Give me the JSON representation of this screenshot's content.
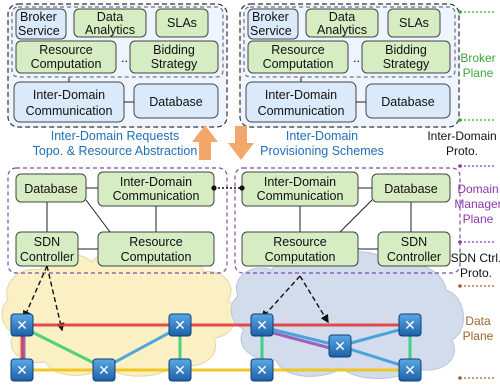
{
  "colors": {
    "broker_fill": "#dbeeff",
    "broker_border": "#4a4a6a",
    "box_green": "#d6ecc3",
    "box_blue": "#dbeafa",
    "domain_border": "#7a4fa8",
    "cloud_left": "#fbefc4",
    "cloud_right": "#d2dcec",
    "arrow_orange": "#f2a86b",
    "label_green": "#3ea63a",
    "label_purple": "#8b3aa8",
    "label_brown": "#a0622a",
    "mid_text_blue": "#1f6fb4"
  },
  "brokers": {
    "left": {
      "broker_service": [
        "Broker",
        "Service"
      ],
      "data_analytics": [
        "Data",
        "Analytics"
      ],
      "slas": "SLAs",
      "resource_computation": [
        "Resource",
        "Computation"
      ],
      "bidding_strategy": [
        "Bidding",
        "Strategy"
      ],
      "dots": "..",
      "inter_domain_communication": [
        "Inter-Domain",
        "Communication"
      ],
      "database": "Database"
    },
    "right": {
      "broker_service": [
        "Broker",
        "Service"
      ],
      "data_analytics": [
        "Data",
        "Analytics"
      ],
      "slas": "SLAs",
      "resource_computation": [
        "Resource",
        "Computation"
      ],
      "bidding_strategy": [
        "Bidding",
        "Strategy"
      ],
      "dots": "..",
      "inter_domain_communication": [
        "Inter-Domain",
        "Communication"
      ],
      "database": "Database"
    }
  },
  "middle_text": {
    "left": [
      "Inter-Domain Requests",
      "Topo. & Resource Abstraction"
    ],
    "right": [
      "Inter-Domain",
      "Provisioning Schemes"
    ]
  },
  "domains": {
    "left": {
      "database": "Database",
      "inter_domain_communication": [
        "Inter-Domain",
        "Communication"
      ],
      "sdn_controller": [
        "SDN",
        "Controller"
      ],
      "resource_computation": [
        "Resource",
        "Computation"
      ]
    },
    "right": {
      "inter_domain_communication": [
        "Inter-Domain",
        "Communication"
      ],
      "database": "Database",
      "resource_computation": [
        "Resource",
        "Computation"
      ],
      "sdn_controller": [
        "SDN",
        "Controller"
      ]
    }
  },
  "side_labels": {
    "broker_plane": [
      "Broker",
      "Plane"
    ],
    "inter_domain_proto": [
      "Inter-Domain",
      "Proto."
    ],
    "domain_manager_plane": [
      "Domain",
      "Manager",
      "Plane"
    ],
    "sdn_ctrl_proto": [
      "SDN Ctrl.",
      "Proto."
    ],
    "data_plane": [
      "Data",
      "Plane"
    ]
  },
  "switch_icon_count": 10
}
